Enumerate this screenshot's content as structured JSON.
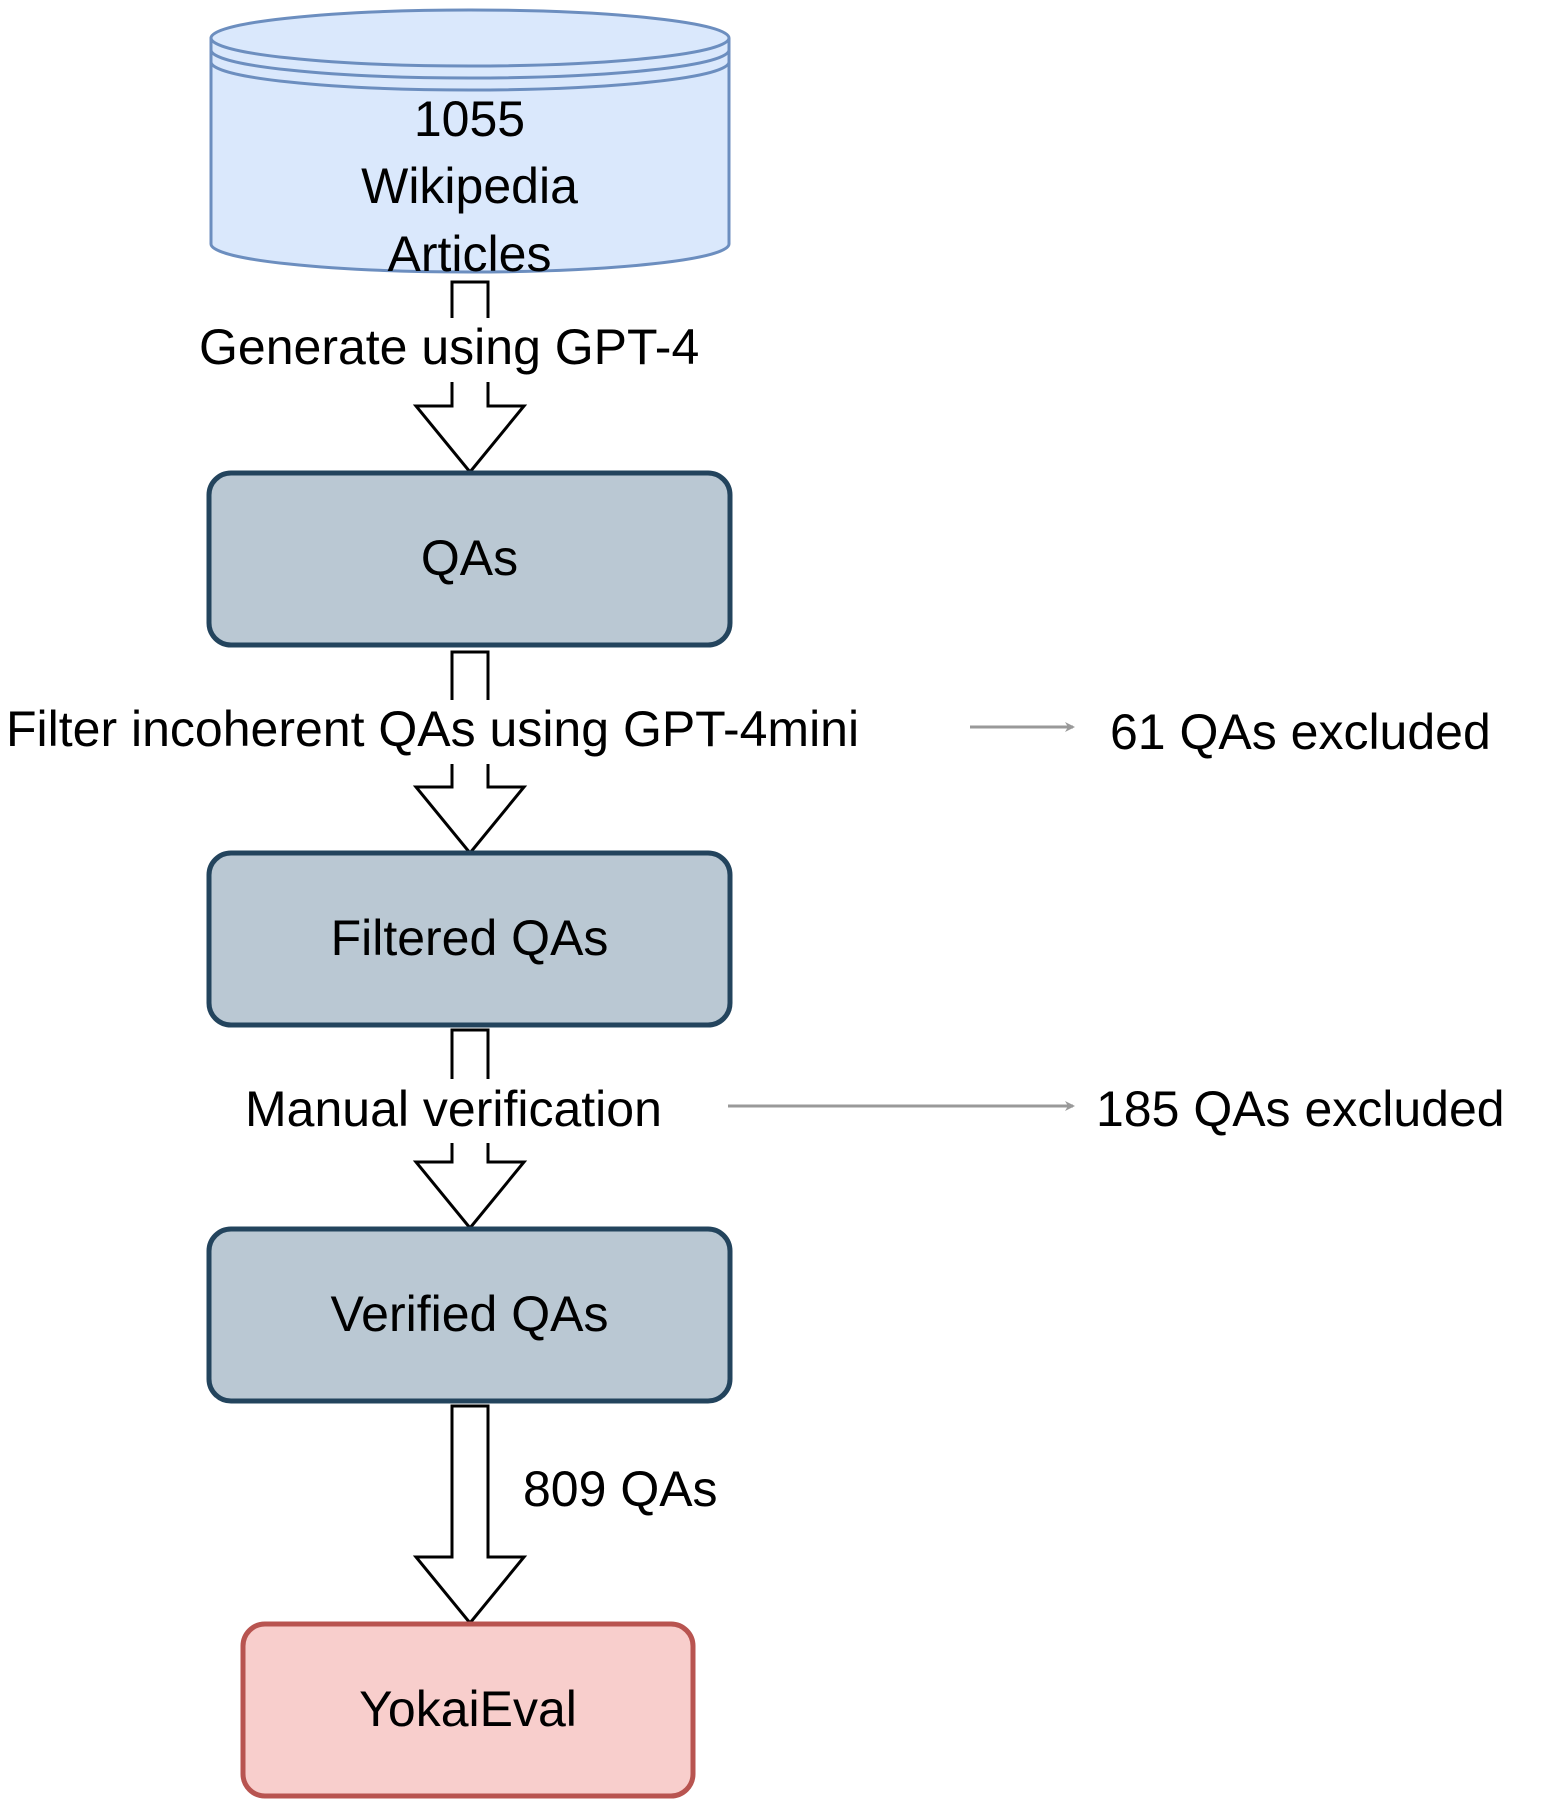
{
  "colors": {
    "source_fill": "#dae8fc",
    "source_stroke": "#6c8ebf",
    "step_fill": "#bac8d3",
    "step_stroke": "#23445d",
    "output_fill": "#f8cecc",
    "output_stroke": "#b85450",
    "side_arrow": "#999999",
    "text": "#000000"
  },
  "nodes": {
    "source": {
      "label": "1055 Wikipedia Articles",
      "shape": "cylinder"
    },
    "qas": {
      "label": "QAs",
      "shape": "rounded-rectangle"
    },
    "filtered": {
      "label": "Filtered QAs",
      "shape": "rounded-rectangle"
    },
    "verified": {
      "label": "Verified QAs",
      "shape": "rounded-rectangle"
    },
    "output": {
      "label": "YokaiEval",
      "shape": "rounded-rectangle"
    }
  },
  "edges": {
    "generate": {
      "label": "Generate using GPT-4"
    },
    "filter": {
      "label": "Filter incoherent QAs using GPT-4mini",
      "side_label": "61 QAs excluded"
    },
    "manual": {
      "label": "Manual verification",
      "side_label": "185 QAs excluded"
    },
    "final": {
      "label": "809 QAs"
    }
  }
}
